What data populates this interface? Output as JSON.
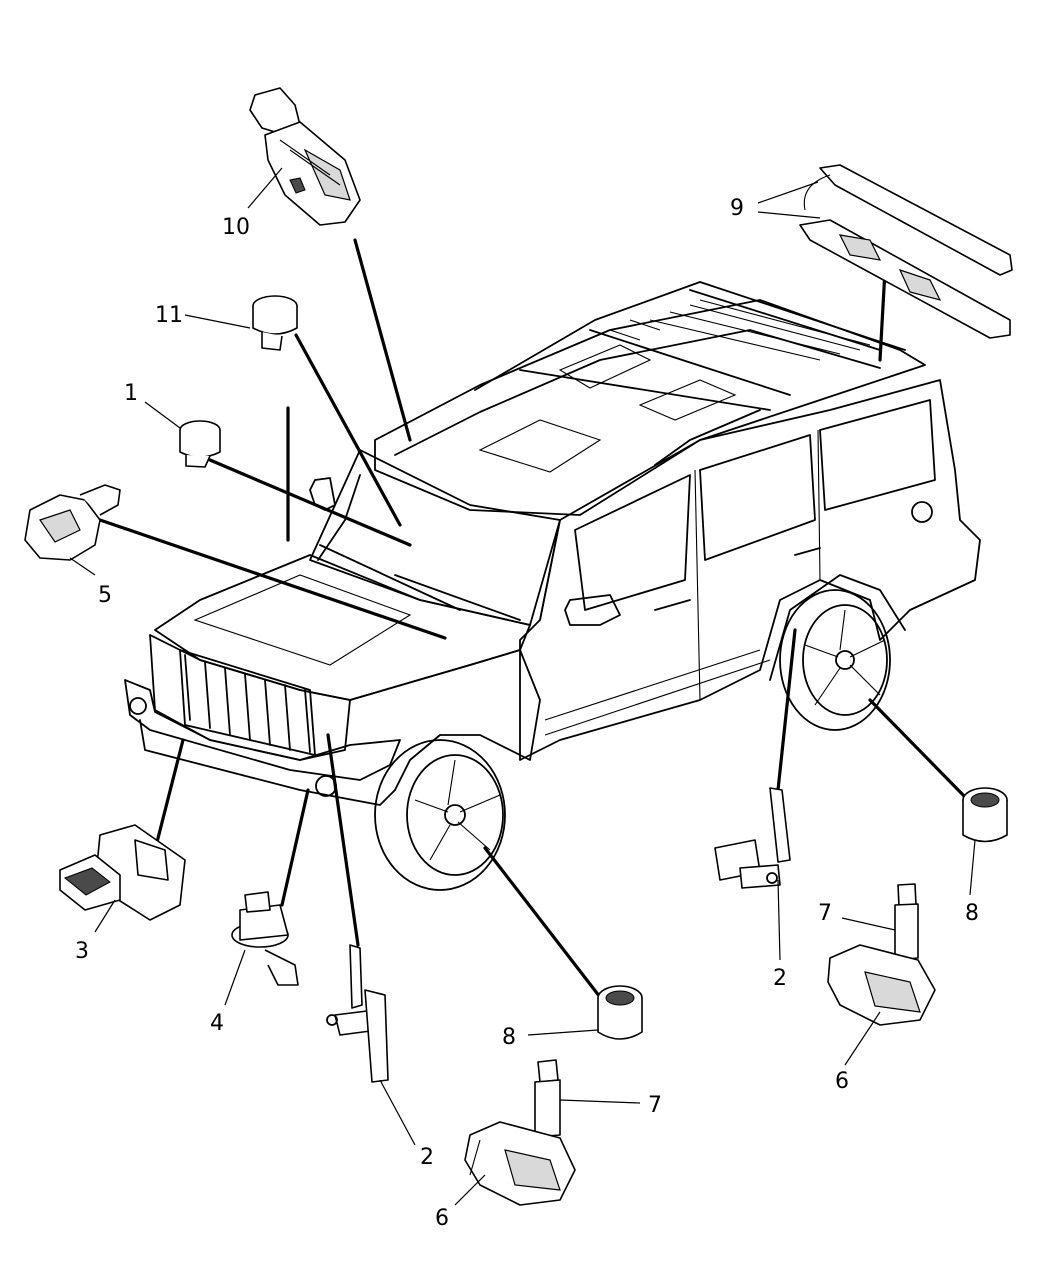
{
  "callouts": {
    "c1": "1",
    "c2a": "2",
    "c2b": "2",
    "c3": "3",
    "c4": "4",
    "c5": "5",
    "c6a": "6",
    "c6b": "6",
    "c7a": "7",
    "c7b": "7",
    "c8a": "8",
    "c8b": "8",
    "c9": "9",
    "c10": "10",
    "c11": "11"
  }
}
